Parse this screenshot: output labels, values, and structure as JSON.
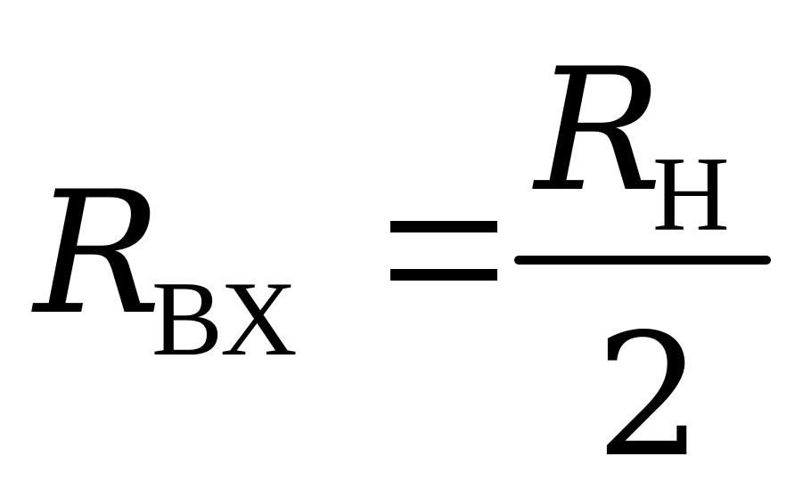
{
  "equation": {
    "lhs": {
      "variable": "R",
      "subscript": "ВХ"
    },
    "rhs": {
      "numerator": {
        "variable": "R",
        "subscript": "Н"
      },
      "denominator": "2"
    }
  },
  "colors": {
    "ink": "#000000",
    "background": "#ffffff"
  }
}
